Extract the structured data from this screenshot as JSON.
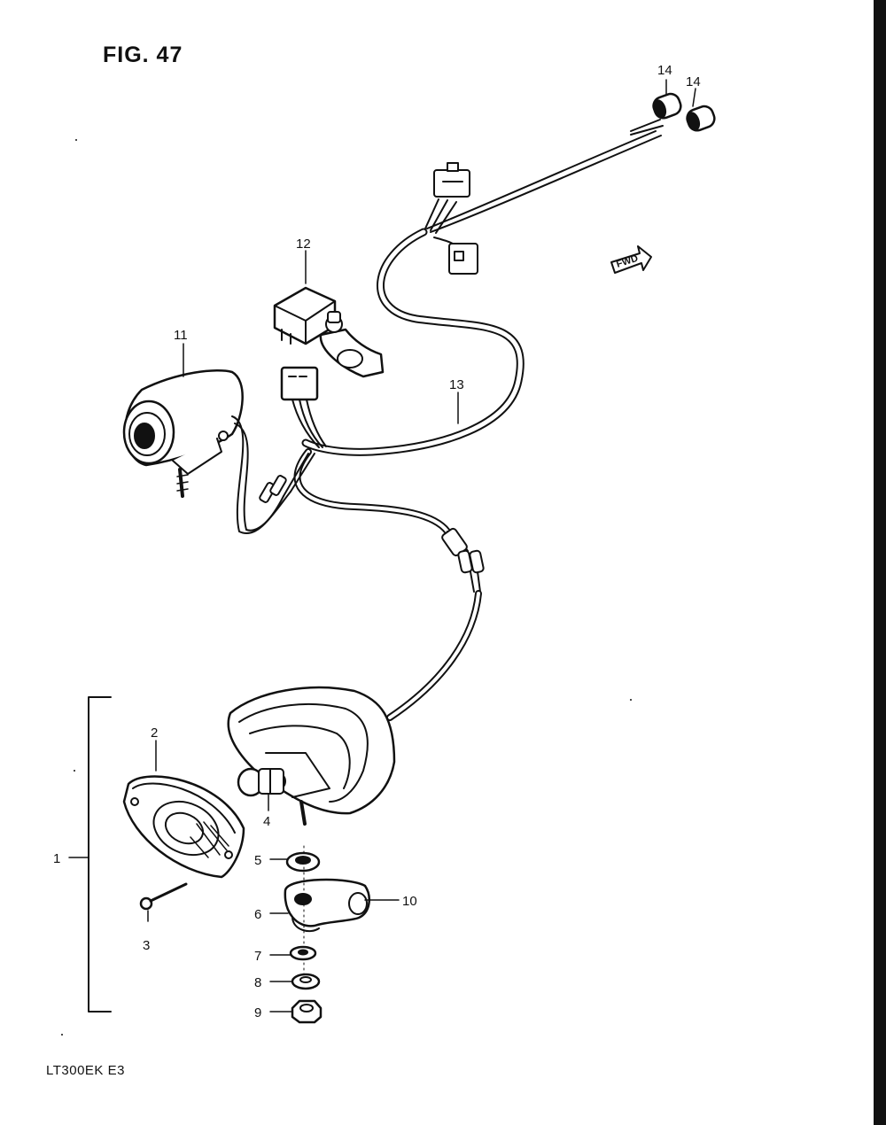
{
  "figure": {
    "title": "FIG. 47"
  },
  "footer": {
    "model_code": "LT300EK  E3"
  },
  "direction_arrow": {
    "label": "FWD"
  },
  "callouts": {
    "c1": "1",
    "c2": "2",
    "c3": "3",
    "c4": "4",
    "c5": "5",
    "c6": "6",
    "c7": "7",
    "c8": "8",
    "c9": "9",
    "c10": "10",
    "c11": "11",
    "c12": "12",
    "c13": "13",
    "c14a": "14",
    "c14b": "14"
  }
}
